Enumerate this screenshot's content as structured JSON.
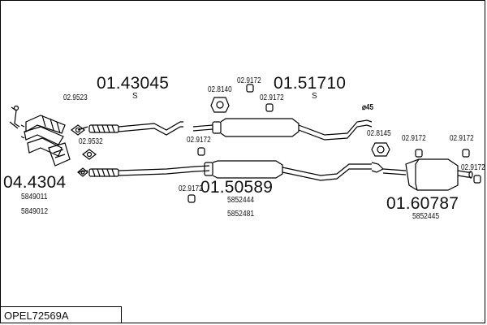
{
  "diagram": {
    "drawing_code": "OPEL72569A",
    "parts": [
      {
        "id": "p-043043",
        "number": "04.4304",
        "refs": [
          "5849011",
          "5849012"
        ]
      },
      {
        "id": "p-0143045",
        "number": "01.43045",
        "suffix": "S"
      },
      {
        "id": "p-0151710",
        "number": "01.51710",
        "suffix": "S"
      },
      {
        "id": "p-0150589",
        "number": "01.50589",
        "refs": [
          "5852444",
          "5852481"
        ]
      },
      {
        "id": "p-0160787",
        "number": "01.60787",
        "refs": [
          "5852445"
        ]
      }
    ],
    "fittings": {
      "g9523": "02.9523",
      "g9532": "02.9532",
      "h8140": "02.8140",
      "h8145": "02.8145",
      "c9172": "02.9172"
    },
    "diameter": "⌀45"
  }
}
